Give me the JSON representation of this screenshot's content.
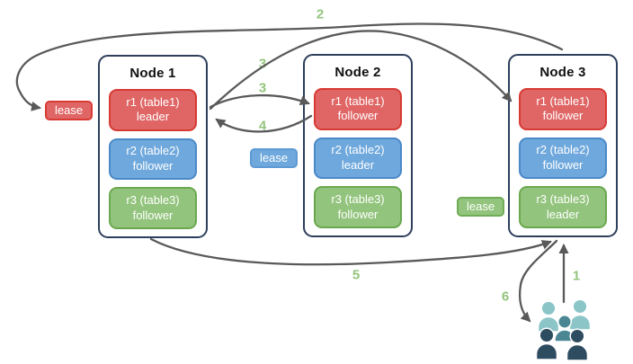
{
  "diagram": {
    "nodes": [
      {
        "title": "Node 1",
        "replicas": [
          {
            "line1": "r1 (table1)",
            "line2": "leader",
            "color": "red"
          },
          {
            "line1": "r2 (table2)",
            "line2": "follower",
            "color": "blue"
          },
          {
            "line1": "r3 (table3)",
            "line2": "follower",
            "color": "green"
          }
        ]
      },
      {
        "title": "Node 2",
        "replicas": [
          {
            "line1": "r1 (table1)",
            "line2": "follower",
            "color": "red"
          },
          {
            "line1": "r2 (table2)",
            "line2": "leader",
            "color": "blue"
          },
          {
            "line1": "r3 (table3)",
            "line2": "follower",
            "color": "green"
          }
        ]
      },
      {
        "title": "Node 3",
        "replicas": [
          {
            "line1": "r1 (table1)",
            "line2": "follower",
            "color": "red"
          },
          {
            "line1": "r2 (table2)",
            "line2": "follower",
            "color": "blue"
          },
          {
            "line1": "r3 (table3)",
            "line2": "leader",
            "color": "green"
          }
        ]
      }
    ],
    "leases": [
      {
        "label": "lease",
        "color": "red"
      },
      {
        "label": "lease",
        "color": "blue"
      },
      {
        "label": "lease",
        "color": "green"
      }
    ],
    "step_numbers": [
      "2",
      "3",
      "3",
      "4",
      "5",
      "1",
      "6"
    ],
    "icons": {
      "clients": "users-group-icon"
    },
    "colors": {
      "replica_red": "#E06666",
      "replica_red_border": "#D83A34",
      "replica_blue": "#6FA8DC",
      "replica_blue_border": "#4A89C8",
      "replica_green": "#93C47D",
      "replica_green_border": "#6AA84F",
      "node_border": "#2E3F5C",
      "arrow": "#595959",
      "step_label": "#93C47D",
      "people_light": "#8BC5C7",
      "people_mid": "#4A8793",
      "people_dark": "#2E4C60"
    }
  }
}
